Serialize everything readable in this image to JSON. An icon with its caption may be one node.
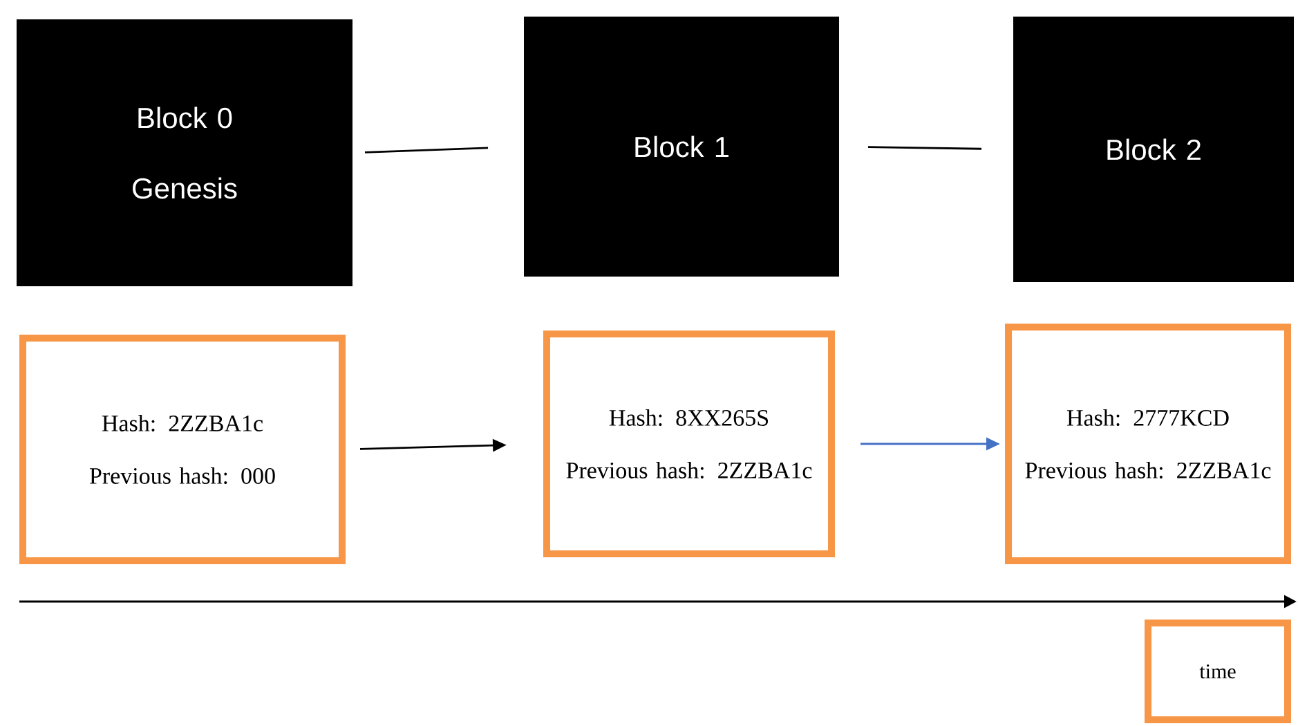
{
  "diagram": {
    "nodes": [
      {
        "text": [
          "Block 0",
          "Genesis"
        ]
      },
      {
        "text": [
          "Block 1"
        ]
      },
      {
        "text": [
          "Block 2"
        ]
      },
      {
        "text": [
          "Hash: 2ZZBA1c",
          "Previous hash: 000"
        ]
      },
      {
        "text": [
          "Hash: 8XX265S",
          "Previous hash: 2ZZBA1c"
        ]
      },
      {
        "text": [
          "Hash: 2777KCD",
          "Previous hash: 2ZZBA1c"
        ]
      },
      {
        "text": [
          "time"
        ]
      }
    ],
    "edges": [
      {
        "from": 0,
        "to": 1,
        "arrow": "none"
      },
      {
        "from": 1,
        "to": 2,
        "arrow": "none"
      },
      {
        "from": 3,
        "to": 4,
        "arrow": "to"
      },
      {
        "from": 4,
        "to": 5,
        "arrow": "to",
        "color": "#4472c4"
      }
    ]
  }
}
